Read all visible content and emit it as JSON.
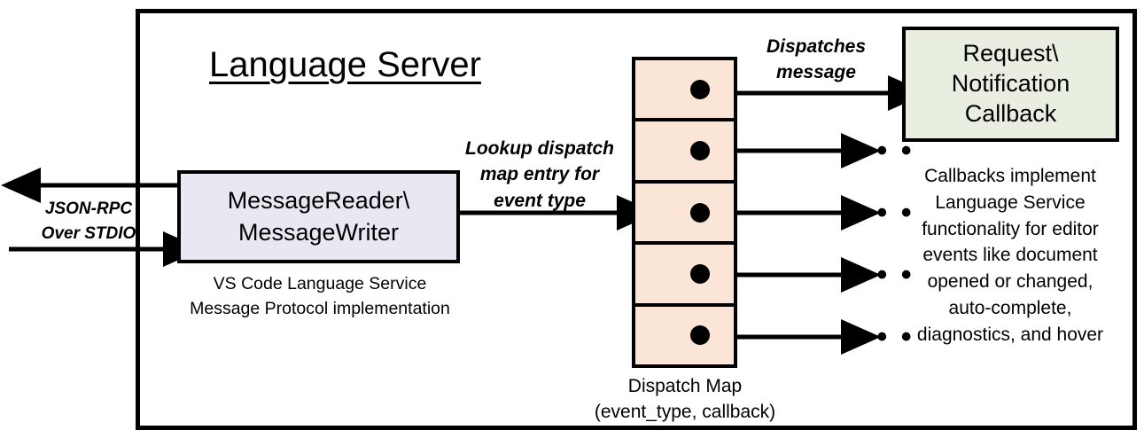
{
  "diagram": {
    "title": "Language Server",
    "boundary_name": "language-server-boundary"
  },
  "external_io": {
    "label_line1": "JSON-RPC",
    "label_line2": "Over STDIO",
    "outbound_arrow": "arrow-out-left",
    "inbound_arrow": "arrow-in-right"
  },
  "message_box": {
    "line1": "MessageReader\\",
    "line2": "MessageWriter",
    "caption_line1": "VS Code Language Service",
    "caption_line2": "Message Protocol implementation",
    "fill": "#EAE7F2"
  },
  "lookup_edge": {
    "label_line1": "Lookup dispatch",
    "label_line2": "map entry for",
    "label_line3": "event type"
  },
  "dispatch_map": {
    "caption_line1": "Dispatch Map",
    "caption_line2": "(event_type, callback)",
    "fill": "#FBE5D6",
    "cells": [
      {
        "id": "cell-1",
        "dot": "dispatch-entry-dot"
      },
      {
        "id": "cell-2",
        "dot": "dispatch-entry-dot"
      },
      {
        "id": "cell-3",
        "dot": "dispatch-entry-dot"
      },
      {
        "id": "cell-4",
        "dot": "dispatch-entry-dot"
      },
      {
        "id": "cell-5",
        "dot": "dispatch-entry-dot"
      }
    ]
  },
  "dispatch_edge": {
    "label_line1": "Dispatches",
    "label_line2": "message"
  },
  "callback": {
    "line1": "Request\\",
    "line2": "Notification",
    "line3": "Callback",
    "fill": "#E8EFE0",
    "caption_line1": "Callbacks implement",
    "caption_line2": "Language Service",
    "caption_line3": "functionality for editor",
    "caption_line4": "events like document",
    "caption_line5": "opened or changed,",
    "caption_line6": "auto-complete,",
    "caption_line7": "diagnostics, and hover"
  },
  "ellipses": {
    "glyph": "• • •",
    "items": [
      "e1",
      "e2",
      "e3",
      "e4"
    ]
  },
  "colors": {
    "stroke": "#000000",
    "background": "#FFFFFF"
  }
}
